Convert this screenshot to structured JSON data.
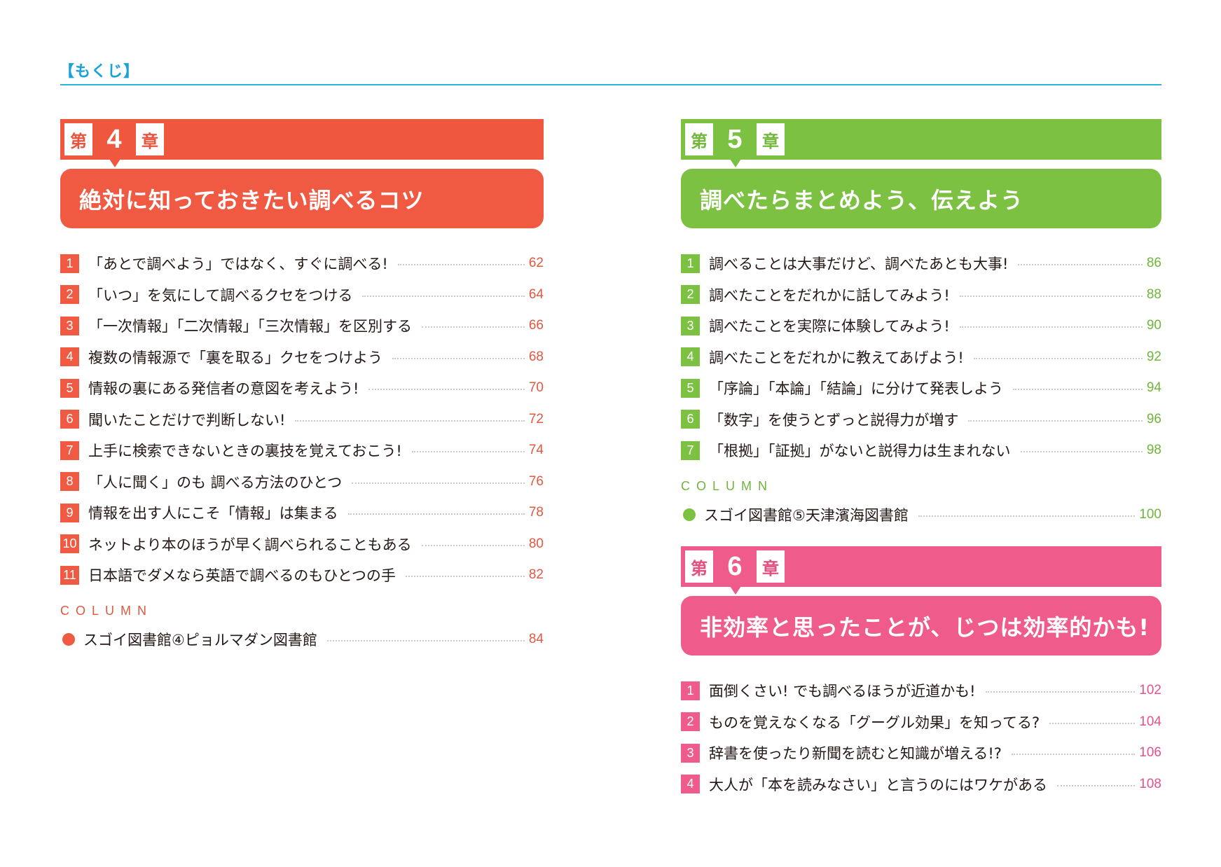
{
  "header": {
    "title": "【もくじ】",
    "accent_color": "#1aa3d6"
  },
  "chapters": [
    {
      "prefix": "第",
      "number": "4",
      "suffix": "章",
      "title": "絶対に知っておきたい調べるコツ",
      "color": "#f05a43",
      "items": [
        {
          "n": "1",
          "text": "「あとで調べよう」ではなく、すぐに調べる!",
          "page": "62"
        },
        {
          "n": "2",
          "text": "「いつ」を気にして調べるクセをつける",
          "page": "64"
        },
        {
          "n": "3",
          "text": "「一次情報」「二次情報」「三次情報」を区別する",
          "page": "66"
        },
        {
          "n": "4",
          "text": "複数の情報源で「裏を取る」クセをつけよう",
          "page": "68"
        },
        {
          "n": "5",
          "text": "情報の裏にある発信者の意図を考えよう!",
          "page": "70"
        },
        {
          "n": "6",
          "text": "聞いたことだけで判断しない!",
          "page": "72"
        },
        {
          "n": "7",
          "text": "上手に検索できないときの裏技を覚えておこう!",
          "page": "74"
        },
        {
          "n": "8",
          "text": "「人に聞く」のも 調べる方法のひとつ",
          "page": "76"
        },
        {
          "n": "9",
          "text": "情報を出す人にこそ「情報」は集まる",
          "page": "78"
        },
        {
          "n": "10",
          "text": "ネットより本のほうが早く調べられることもある",
          "page": "80"
        },
        {
          "n": "11",
          "text": "日本語でダメなら英語で調べるのもひとつの手",
          "page": "82"
        }
      ],
      "column": {
        "label": "COLUMN",
        "text": "スゴイ図書館④ピョルマダン図書館",
        "page": "84"
      }
    },
    {
      "prefix": "第",
      "number": "5",
      "suffix": "章",
      "title": "調べたらまとめよう、伝えよう",
      "color": "#7cc142",
      "items": [
        {
          "n": "1",
          "text": "調べることは大事だけど、調べたあとも大事!",
          "page": "86"
        },
        {
          "n": "2",
          "text": "調べたことをだれかに話してみよう!",
          "page": "88"
        },
        {
          "n": "3",
          "text": "調べたことを実際に体験してみよう!",
          "page": "90"
        },
        {
          "n": "4",
          "text": "調べたことをだれかに教えてあげよう!",
          "page": "92"
        },
        {
          "n": "5",
          "text": "「序論」「本論」「結論」に分けて発表しよう",
          "page": "94"
        },
        {
          "n": "6",
          "text": "「数字」を使うとずっと説得力が増す",
          "page": "96"
        },
        {
          "n": "7",
          "text": "「根拠」「証拠」がないと説得力は生まれない",
          "page": "98"
        }
      ],
      "column": {
        "label": "COLUMN",
        "text": "スゴイ図書館⑤天津濱海図書館",
        "page": "100"
      }
    },
    {
      "prefix": "第",
      "number": "6",
      "suffix": "章",
      "title": "非効率と思ったことが、じつは効率的かも!",
      "color": "#ef5b8b",
      "items": [
        {
          "n": "1",
          "text": "面倒くさい! でも調べるほうが近道かも!",
          "page": "102"
        },
        {
          "n": "2",
          "text": "ものを覚えなくなる「グーグル効果」を知ってる?",
          "page": "104"
        },
        {
          "n": "3",
          "text": "辞書を使ったり新聞を読むと知識が増える!?",
          "page": "106"
        },
        {
          "n": "4",
          "text": "大人が「本を読みなさい」と言うのにはワケがある",
          "page": "108"
        }
      ]
    }
  ]
}
